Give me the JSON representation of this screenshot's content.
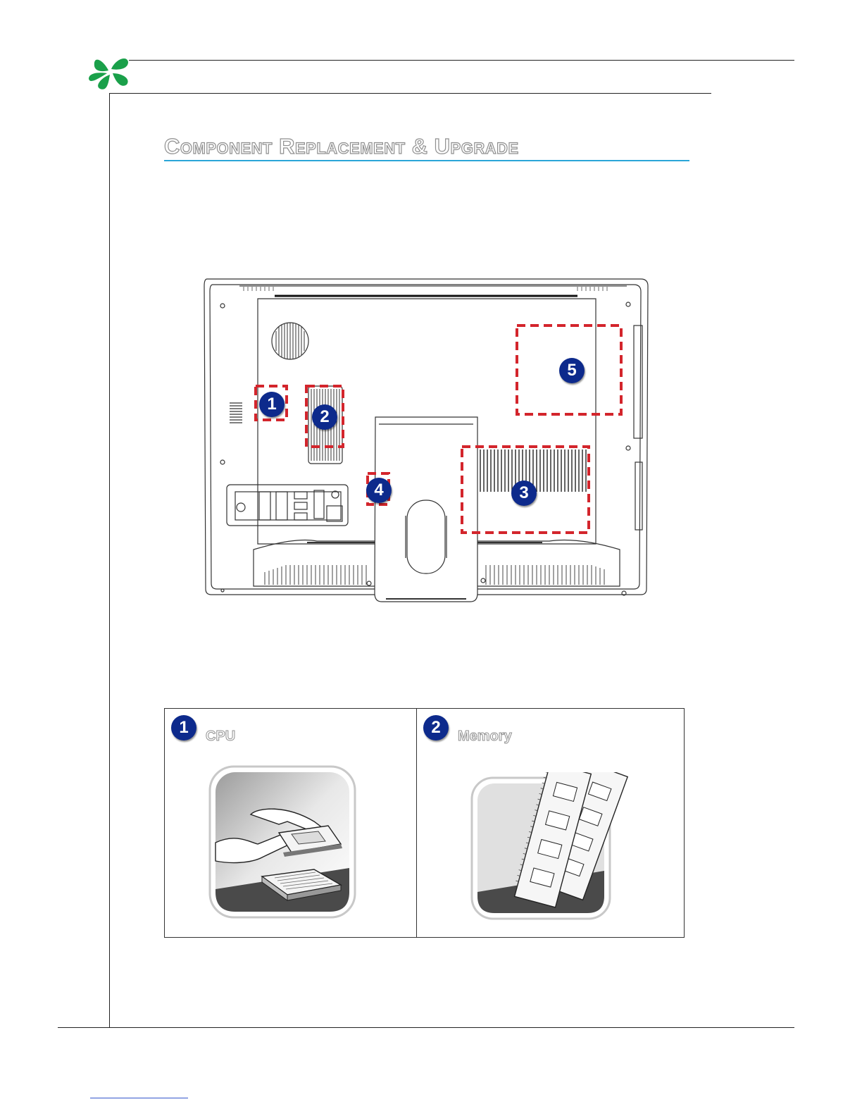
{
  "header": {
    "logo": "msi-clover-icon"
  },
  "section": {
    "title": "Component Replacement & Upgrade"
  },
  "figure": {
    "callouts": [
      "1",
      "2",
      "3",
      "4",
      "5"
    ]
  },
  "components": [
    {
      "number": "1",
      "label": "CPU",
      "icon": "cpu-install-icon"
    },
    {
      "number": "2",
      "label": "Memory",
      "icon": "memory-modules-icon"
    }
  ],
  "colors": {
    "accent_rule": "#2aa6d8",
    "callout_badge": "#0d2a8c",
    "dashed_box": "#d3252c",
    "logo": "#1aa04a"
  }
}
